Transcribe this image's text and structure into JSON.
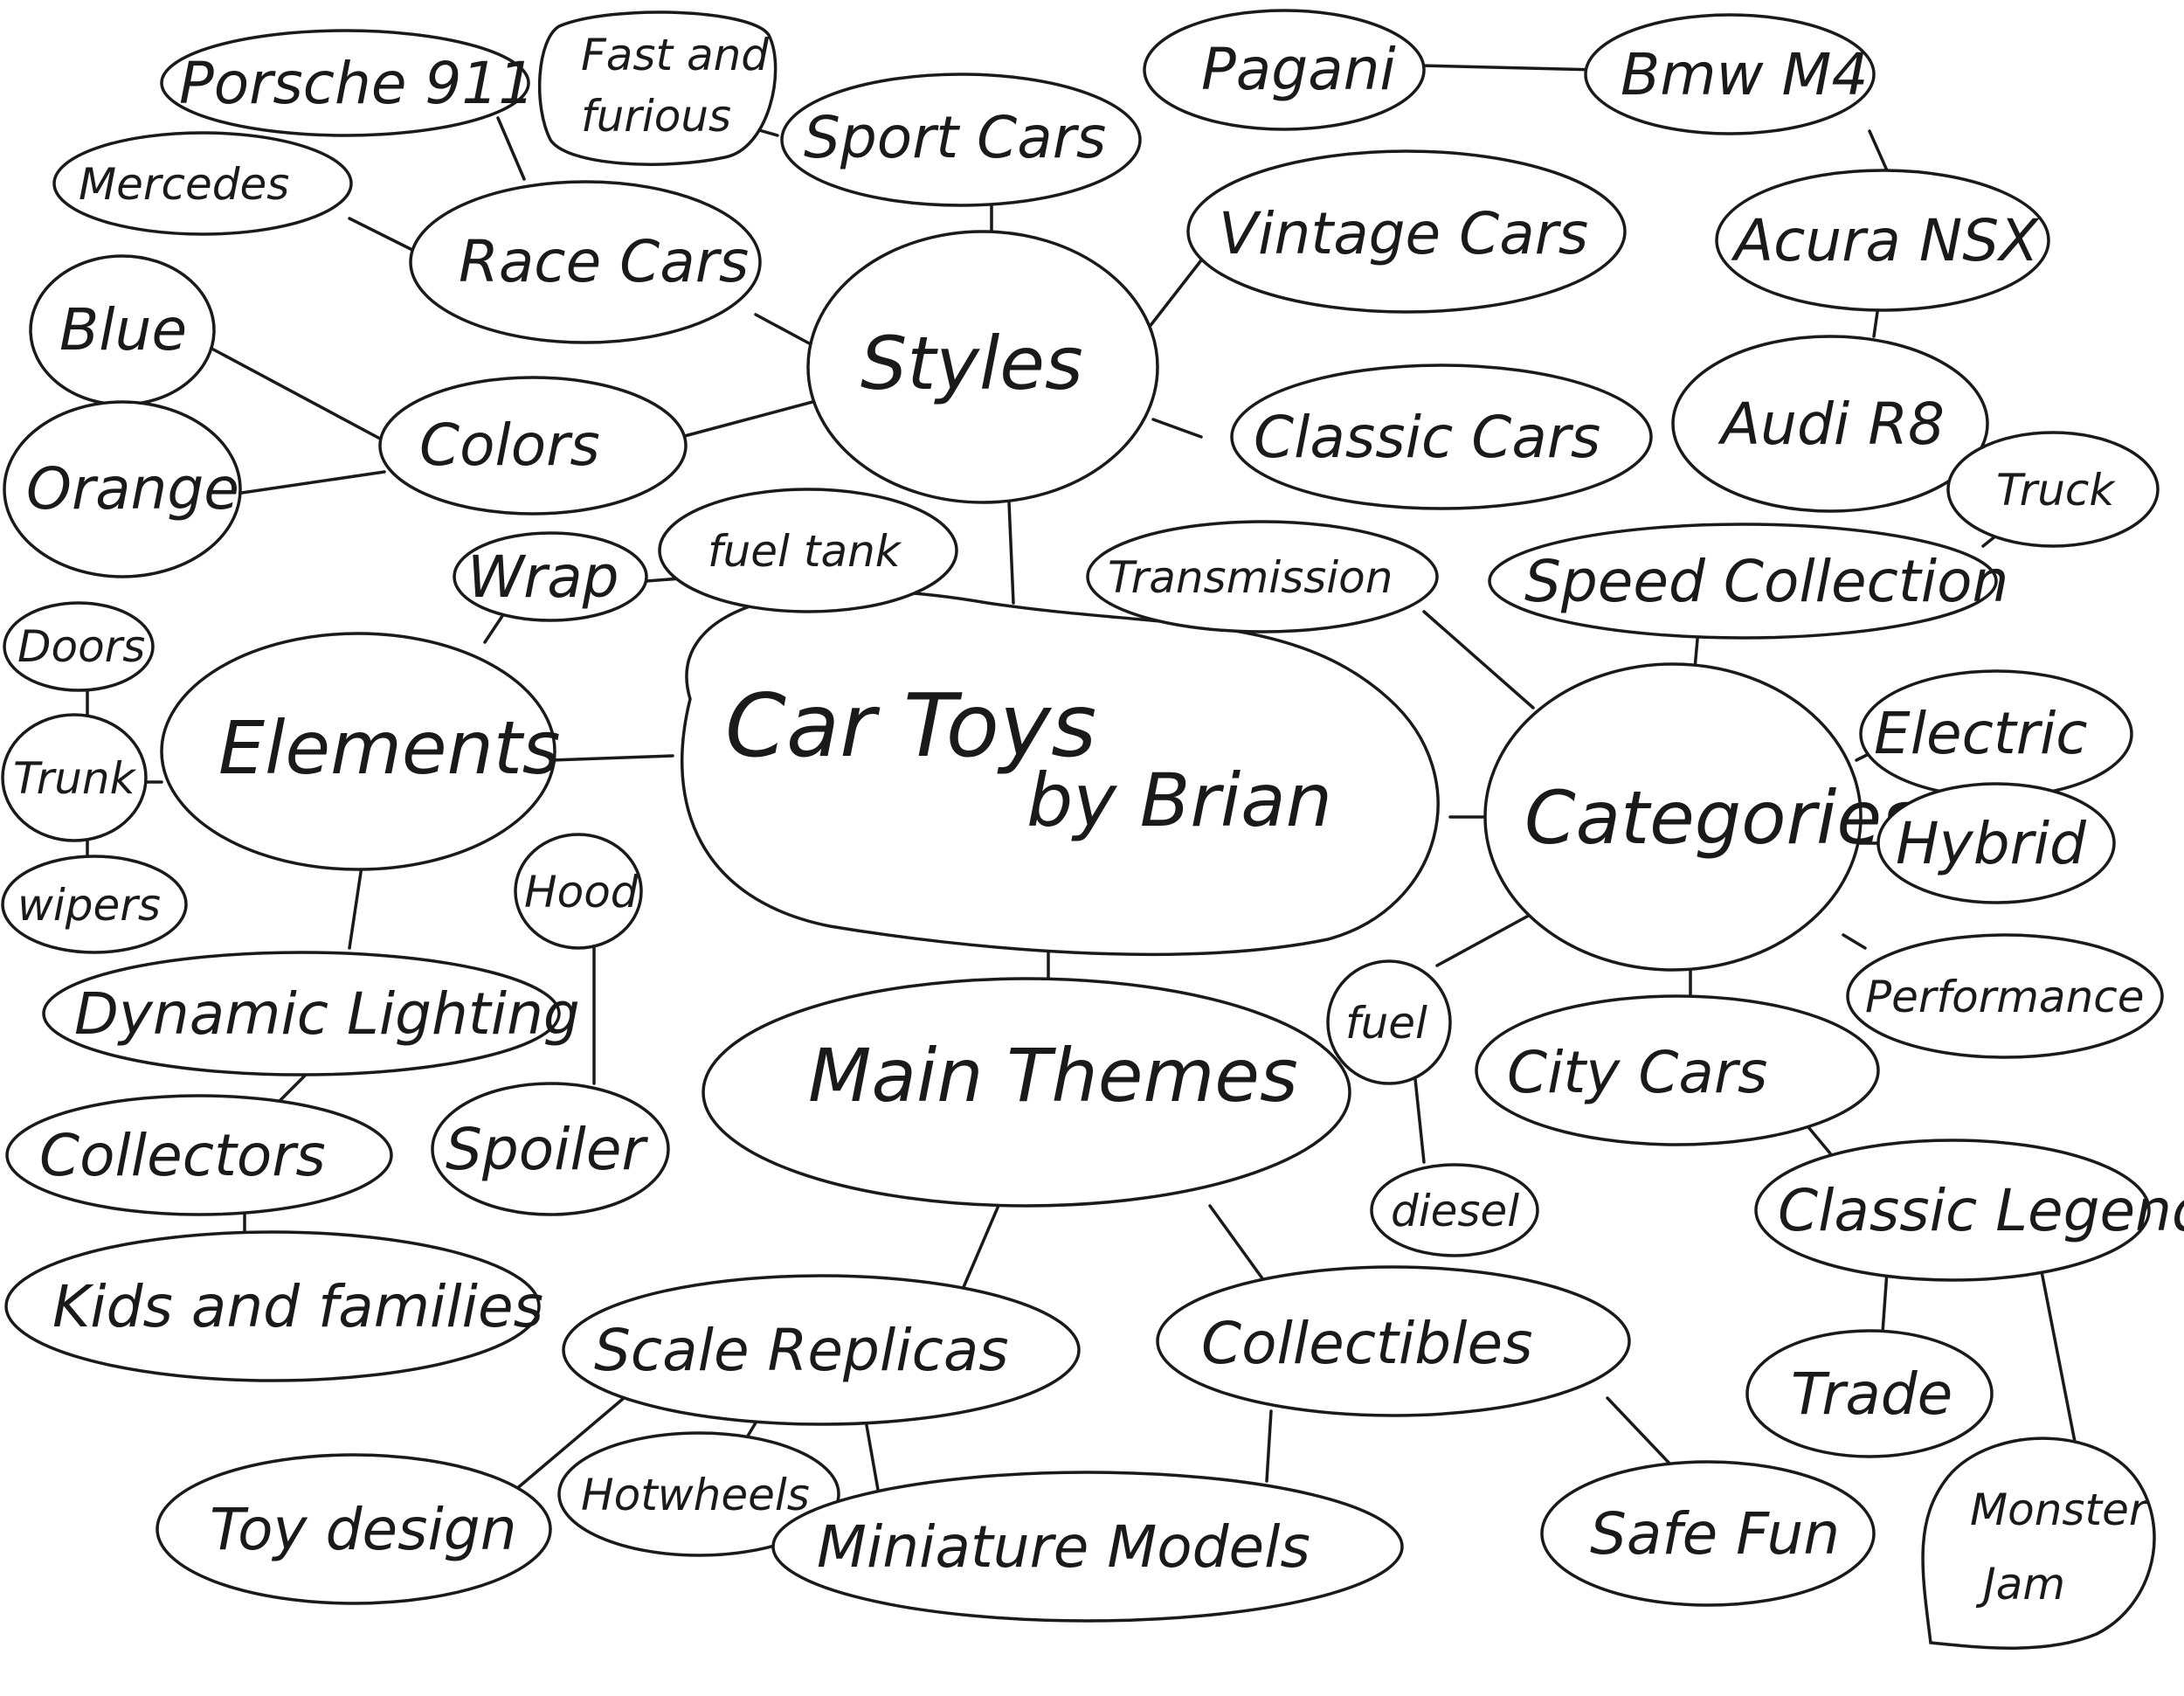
{
  "mind_map": {
    "center": {
      "line1": "Car Toys",
      "line2": "by Brian"
    },
    "nodes": {
      "styles": "Styles",
      "elements": "Elements",
      "categories": "Categories",
      "main_themes": "Main Themes",
      "sport_cars": "Sport Cars",
      "race_cars": "Race Cars",
      "colors": "Colors",
      "vintage_cars": "Vintage Cars",
      "classic_cars": "Classic Cars",
      "porsche": "Porsche 911",
      "fast_furious_1": "Fast and",
      "fast_furious_2": "furious",
      "mercedes": "Mercedes",
      "blue": "Blue",
      "orange": "Orange",
      "pagani": "Pagani",
      "bmw": "Bmw M4",
      "acura": "Acura NSX",
      "audi": "Audi R8",
      "truck": "Truck",
      "speed_collection": "Speed Collection",
      "transmission": "Transmission",
      "electric": "Electric",
      "hybrid": "Hybrid",
      "performance": "Performance",
      "fuel": "fuel",
      "diesel": "diesel",
      "city_cars": "City Cars",
      "classic_legends": "Classic Legends",
      "trade": "Trade",
      "monster_jam_1": "Monster",
      "monster_jam_2": "Jam",
      "wrap": "Wrap",
      "fuel_tank": "fuel tank",
      "doors": "Doors",
      "trunk": "Trunk",
      "wipers": "wipers",
      "hood": "Hood",
      "dynamic_lighting": "Dynamic Lighting",
      "collectors": "Collectors",
      "spoiler": "Spoiler",
      "kids_families": "Kids and families",
      "scale_replicas": "Scale Replicas",
      "collectibles": "Collectibles",
      "toy_design": "Toy design",
      "hotwheels": "Hotwheels",
      "miniature_models": "Miniature Models",
      "safe_fun": "Safe Fun"
    }
  }
}
